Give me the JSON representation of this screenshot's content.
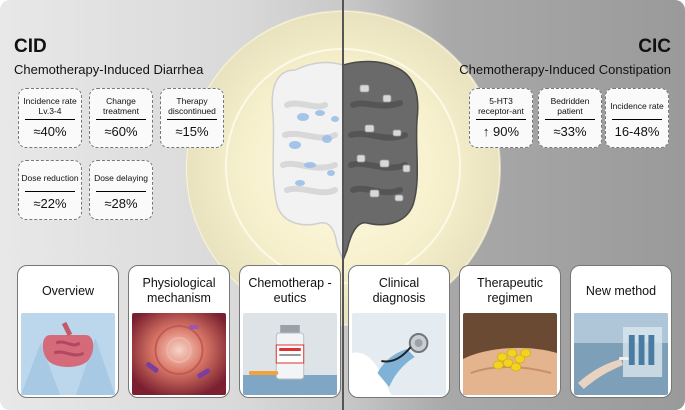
{
  "left": {
    "abbr": "CID",
    "name": "Chemotherapy-Induced Diarrhea",
    "stats": [
      {
        "label": "Incidence rate Lv.3-4",
        "value": "≈40%"
      },
      {
        "label": "Change treatment",
        "value": "≈60%"
      },
      {
        "label": "Therapy discontinued",
        "value": "≈15%"
      },
      {
        "label": "Dose reduction",
        "value": "≈22%"
      },
      {
        "label": "Dose delaying",
        "value": "≈28%"
      }
    ]
  },
  "right": {
    "abbr": "CIC",
    "name": "Chemotherapy-Induced Constipation",
    "stats": [
      {
        "label": "5-HT3 receptor-ant",
        "value": "↑ 90%"
      },
      {
        "label": "Bedridden patient",
        "value": "≈33%"
      },
      {
        "label": "Incidence rate",
        "value": "16-48%"
      }
    ]
  },
  "cards": [
    {
      "title": "Overview",
      "image": "intestine-anatomy-image"
    },
    {
      "title": "Physiological mechanism",
      "image": "intestinal-lumen-image"
    },
    {
      "title": "Chemotherap -eutics",
      "image": "chemotherapy-vial-image"
    },
    {
      "title": "Clinical diagnosis",
      "image": "stethoscope-image"
    },
    {
      "title": "Therapeutic regimen",
      "image": "pills-in-hand-image"
    },
    {
      "title": "New method",
      "image": "lab-equipment-image"
    }
  ],
  "colors": {
    "left_bg": "#e0e0e0",
    "right_bg": "#a0a0a0",
    "glow": "#f5efcb",
    "card_border": "#777777"
  }
}
